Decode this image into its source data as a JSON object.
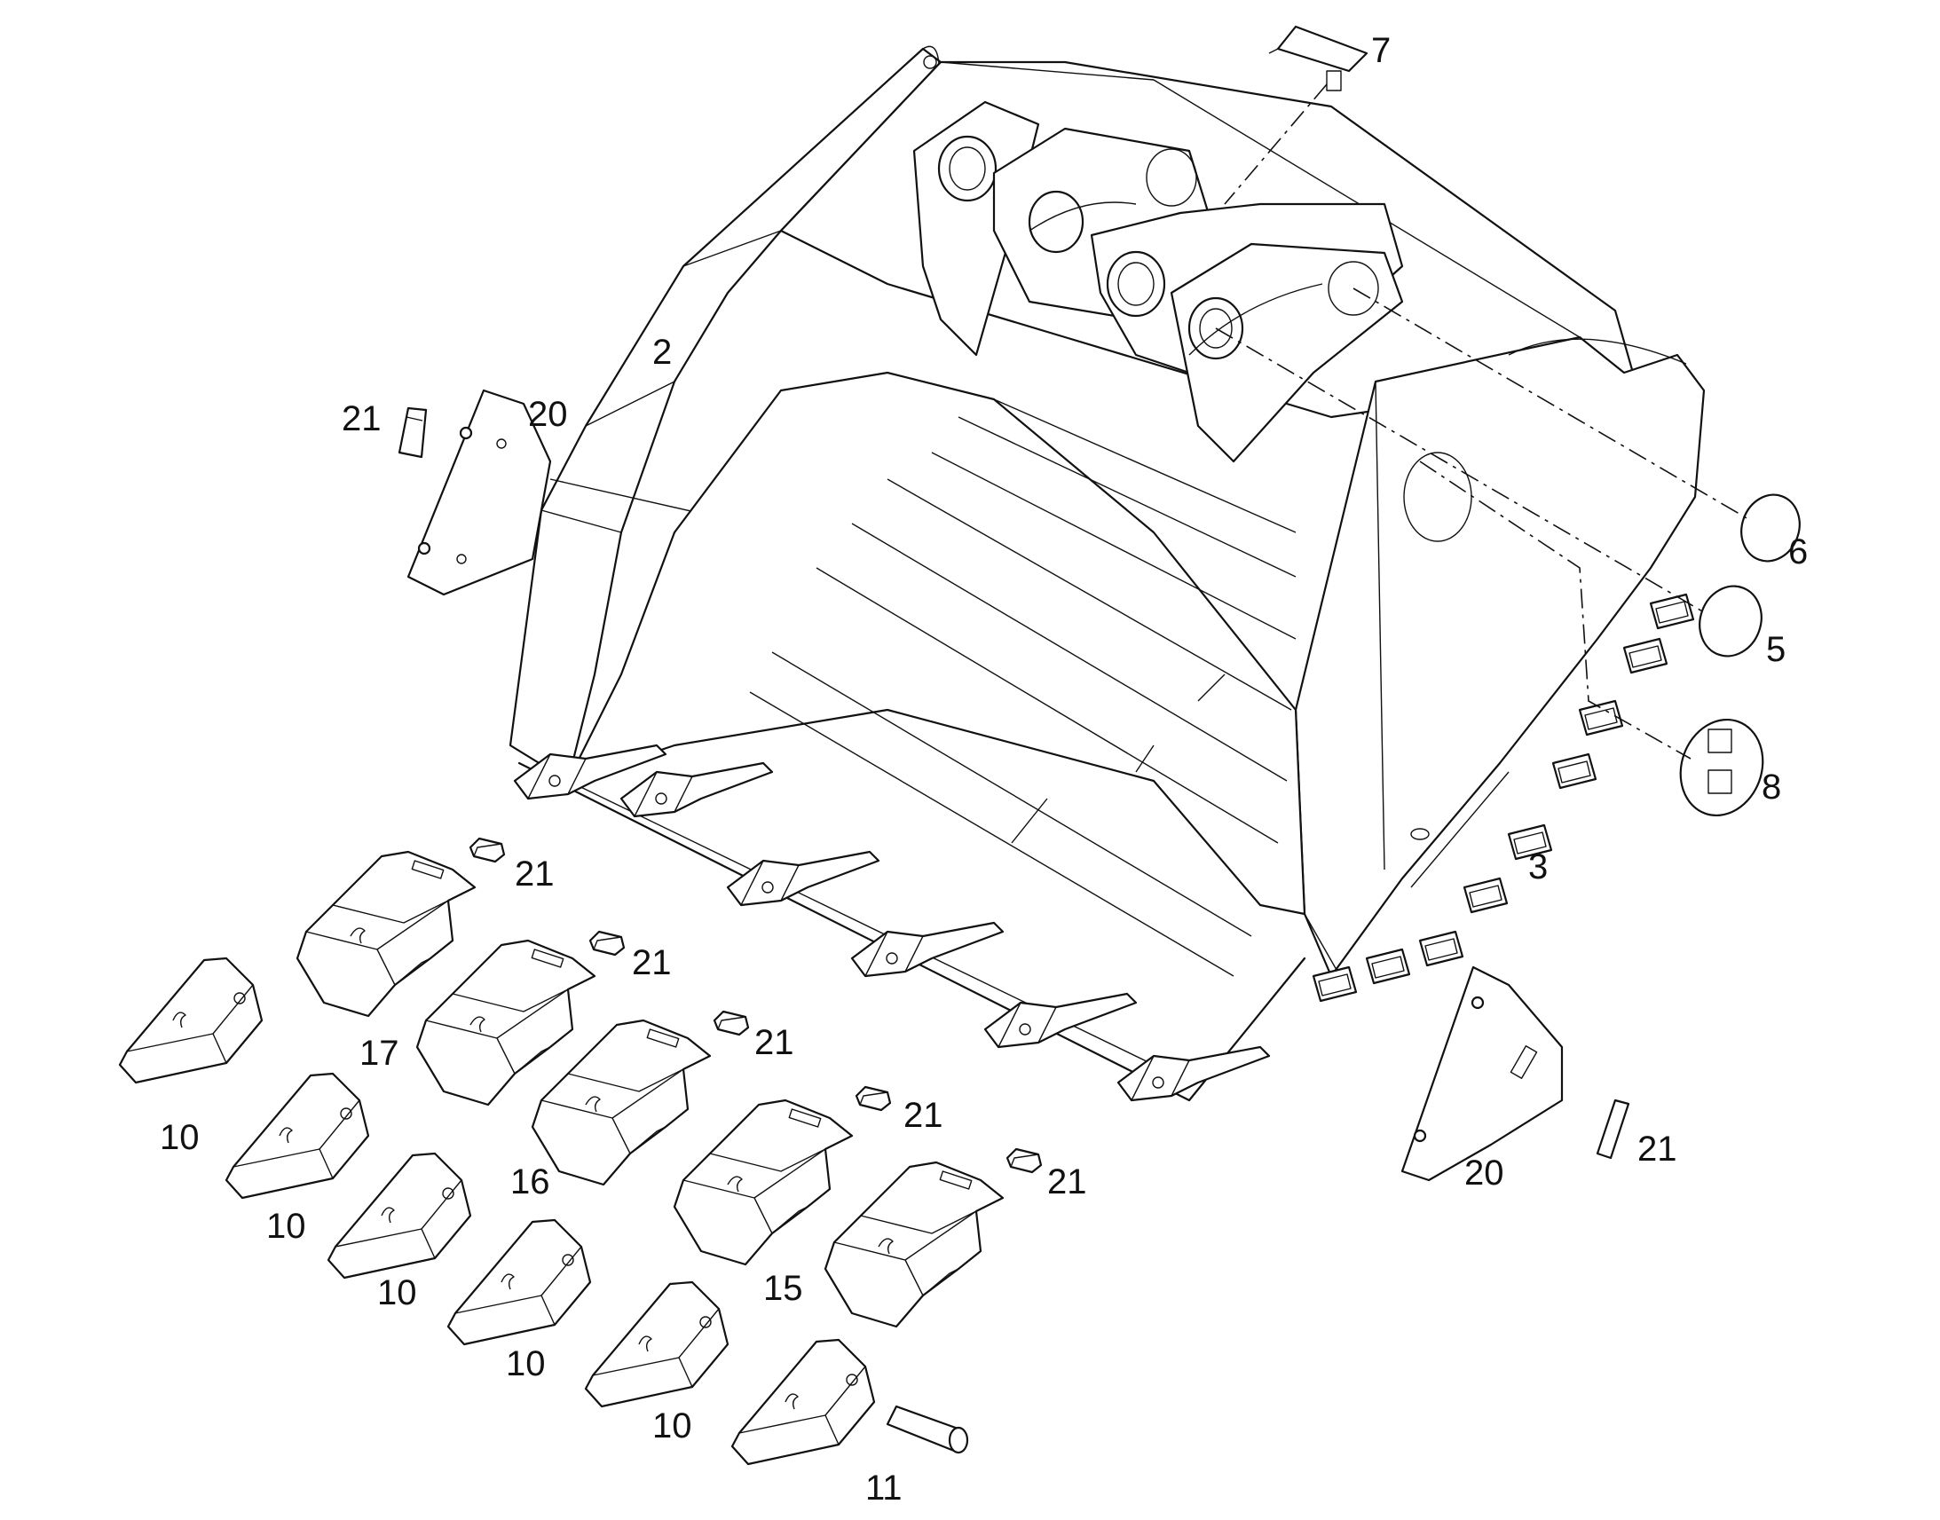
{
  "diagram": {
    "callouts": [
      {
        "id": "c2",
        "label": "2"
      },
      {
        "id": "c7",
        "label": "7"
      },
      {
        "id": "c21a",
        "label": "21"
      },
      {
        "id": "c20a",
        "label": "20"
      },
      {
        "id": "c6",
        "label": "6"
      },
      {
        "id": "c5",
        "label": "5"
      },
      {
        "id": "c8",
        "label": "8"
      },
      {
        "id": "c3",
        "label": "3"
      },
      {
        "id": "c21b",
        "label": "21"
      },
      {
        "id": "c21c",
        "label": "21"
      },
      {
        "id": "c21d",
        "label": "21"
      },
      {
        "id": "c21e",
        "label": "21"
      },
      {
        "id": "c21f",
        "label": "21"
      },
      {
        "id": "c21g",
        "label": "21"
      },
      {
        "id": "c17",
        "label": "17"
      },
      {
        "id": "c16",
        "label": "16"
      },
      {
        "id": "c15",
        "label": "15"
      },
      {
        "id": "c20b",
        "label": "20"
      },
      {
        "id": "c10a",
        "label": "10"
      },
      {
        "id": "c10b",
        "label": "10"
      },
      {
        "id": "c10c",
        "label": "10"
      },
      {
        "id": "c10d",
        "label": "10"
      },
      {
        "id": "c10e",
        "label": "10"
      },
      {
        "id": "c11",
        "label": "11"
      }
    ]
  }
}
